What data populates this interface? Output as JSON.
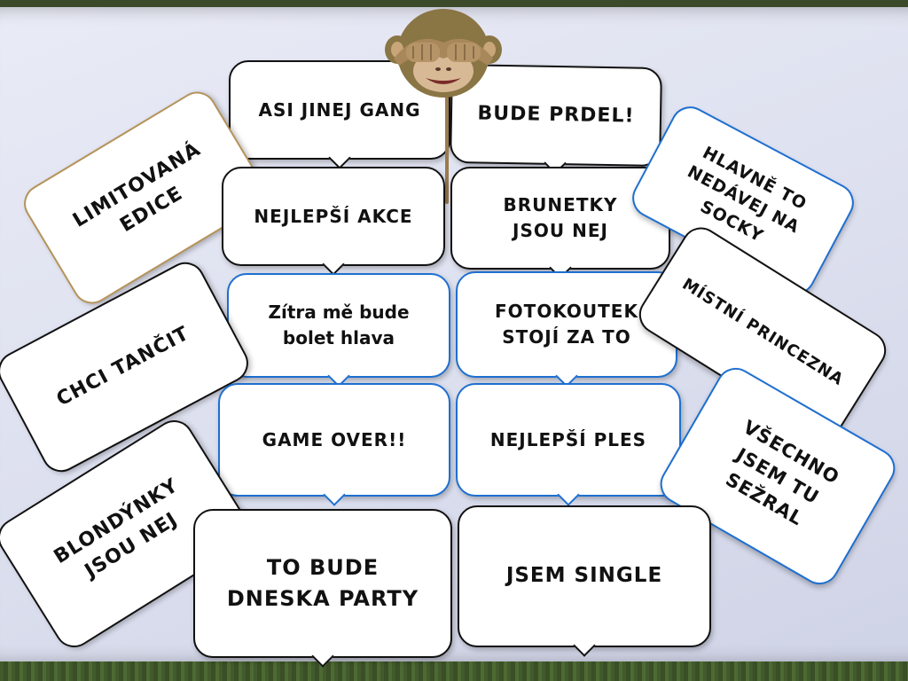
{
  "cards": {
    "asi_jinej_gang": "ASI JINEJ GANG",
    "bude_prdel": "BUDE PRDEL!",
    "limitovana_edice": "LIMITOVANÁ\nEDICE",
    "nejlepsi_akce": "NEJLEPŠÍ AKCE",
    "brunetky": "BRUNETKY\nJSOU NEJ",
    "hlavne_to": "HLAVNĚ TO\nNEDÁVEJ NA\nSOCKY",
    "zitra": "Zítra mě bude\nbolet hlava",
    "fotokoutek": "FOTOKOUTEK\nSTOJÍ ZA TO",
    "mistni_princezna": "MÍSTNÍ PRINCEZNA",
    "chci_tancit": "CHCI TANČIT",
    "game_over": "GAME OVER!!",
    "nejlepsi_ples": "NEJLEPŠÍ PLES",
    "vsechno": "VŠECHNO\nJSEM TU\nSEŽRAL",
    "blondynky": "BLONDÝNKY\nJSOU NEJ",
    "to_bude": "TO BUDE\nDNESKA PARTY",
    "jsem_single": "JSEM SINGLE"
  },
  "colors": {
    "card_border_black": "#111111",
    "card_border_blue": "#1e6fd0",
    "card_border_gold": "#b5935a",
    "table_surface": "#e2e5f2",
    "monkey_fur": "#8a7545"
  },
  "icons": {
    "prop": "see-no-evil-monkey-icon"
  }
}
